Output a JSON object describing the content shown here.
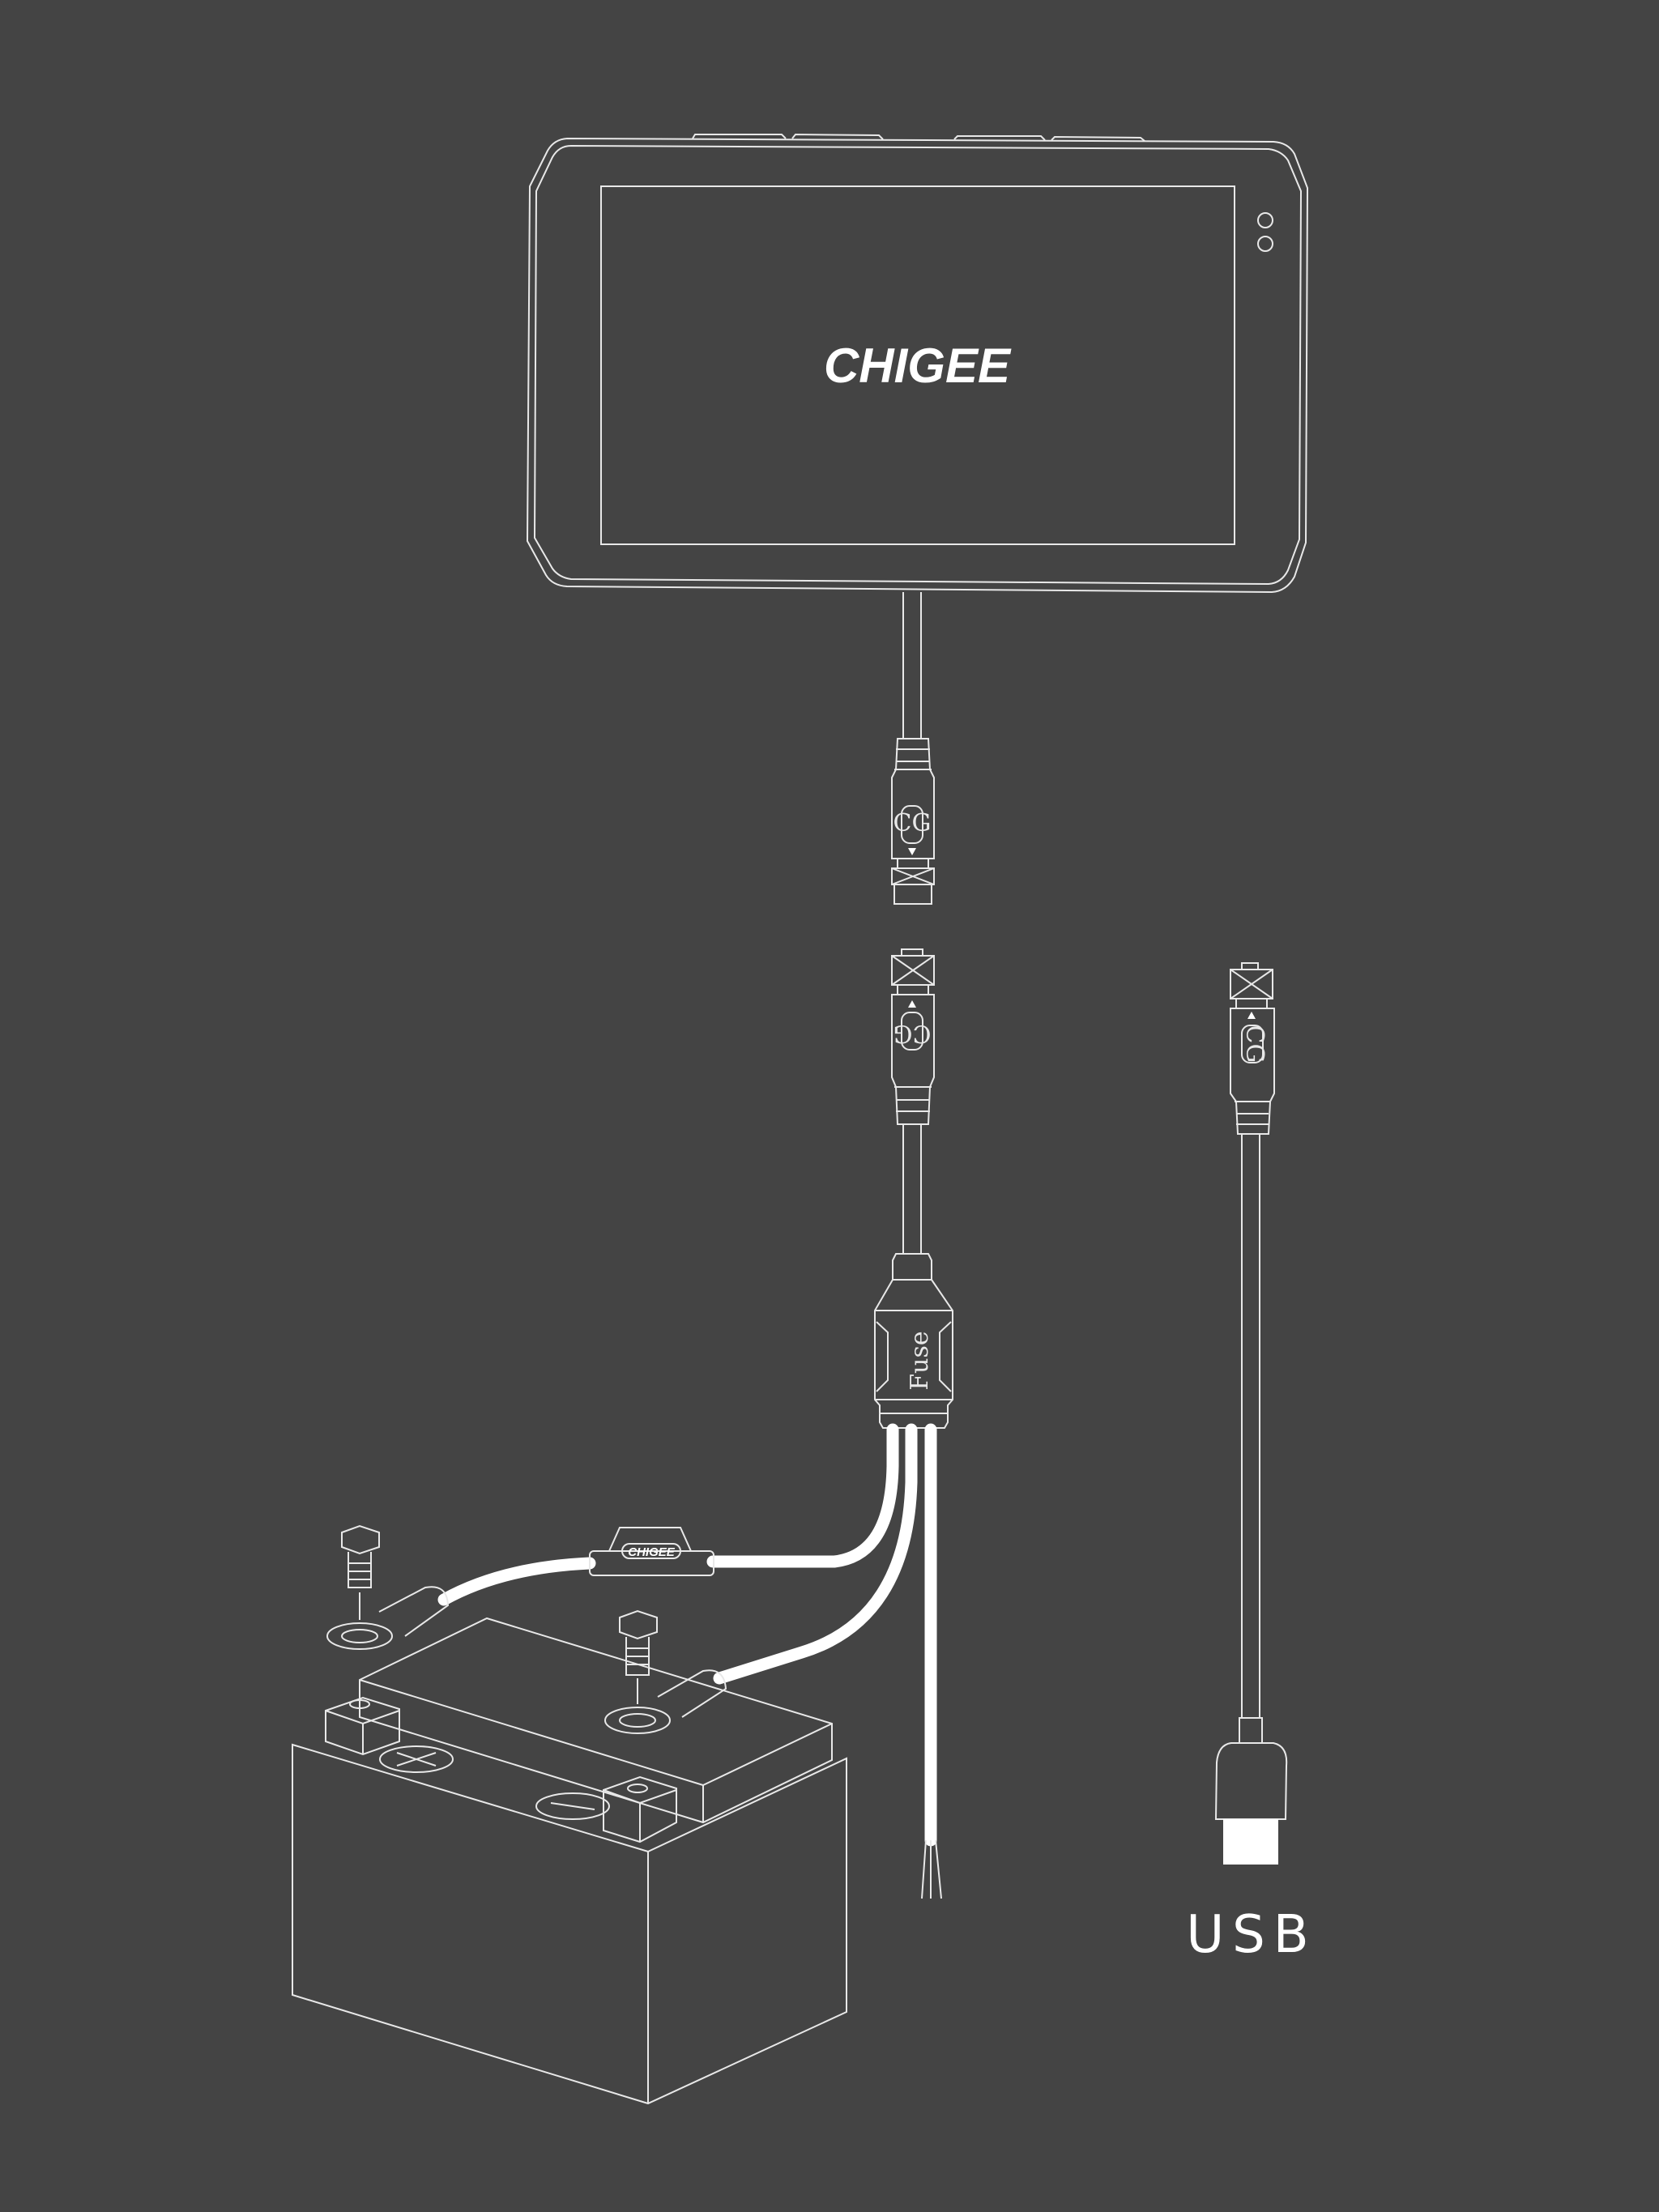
{
  "device": {
    "logo_text": "CHIGEE"
  },
  "connectors": {
    "mark_text": "CG"
  },
  "fuse_box": {
    "label": "Fuse"
  },
  "fuse_holder": {
    "logo_text": "CHIGEE"
  },
  "usb": {
    "label": "USB"
  },
  "colors": {
    "background": "#444444",
    "line": "#e8e8e8",
    "wire": "#ffffff"
  }
}
